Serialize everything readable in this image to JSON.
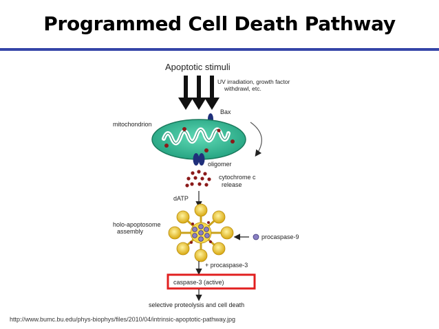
{
  "slide": {
    "title": "Programmed Cell Death Pathway",
    "source_url": "http://www.bumc.bu.edu/phys-biophys/files/2010/04/intrinsic-apoptotic-pathway.jpg"
  },
  "diagram": {
    "labels": {
      "apoptotic_stimuli": "Apoptotic stimuli",
      "uv_line1": "UV irradiation, growth factor",
      "uv_line2": "withdrawl, etc.",
      "bax": "Bax",
      "mitochondrion": "mitochondrion",
      "oligomer": "oligomer",
      "cytochrome_line1": "cytochrome c",
      "cytochrome_line2": "release",
      "datp": "dATP",
      "holo_line1": "holo-apoptosome",
      "holo_line2": "assembly",
      "procaspase9": "procaspase-9",
      "procaspase3": "+ procaspase-3",
      "caspase3": "caspase-3 (active)",
      "selective": "selective proteolysis and cell death"
    },
    "colors": {
      "mitochondrion": "#3cc7a0",
      "bax": "#1f2f7a",
      "cytochrome": "#8b1a1a",
      "apoptosome": "#e8c21a",
      "highlight": "#e11f1f"
    }
  }
}
